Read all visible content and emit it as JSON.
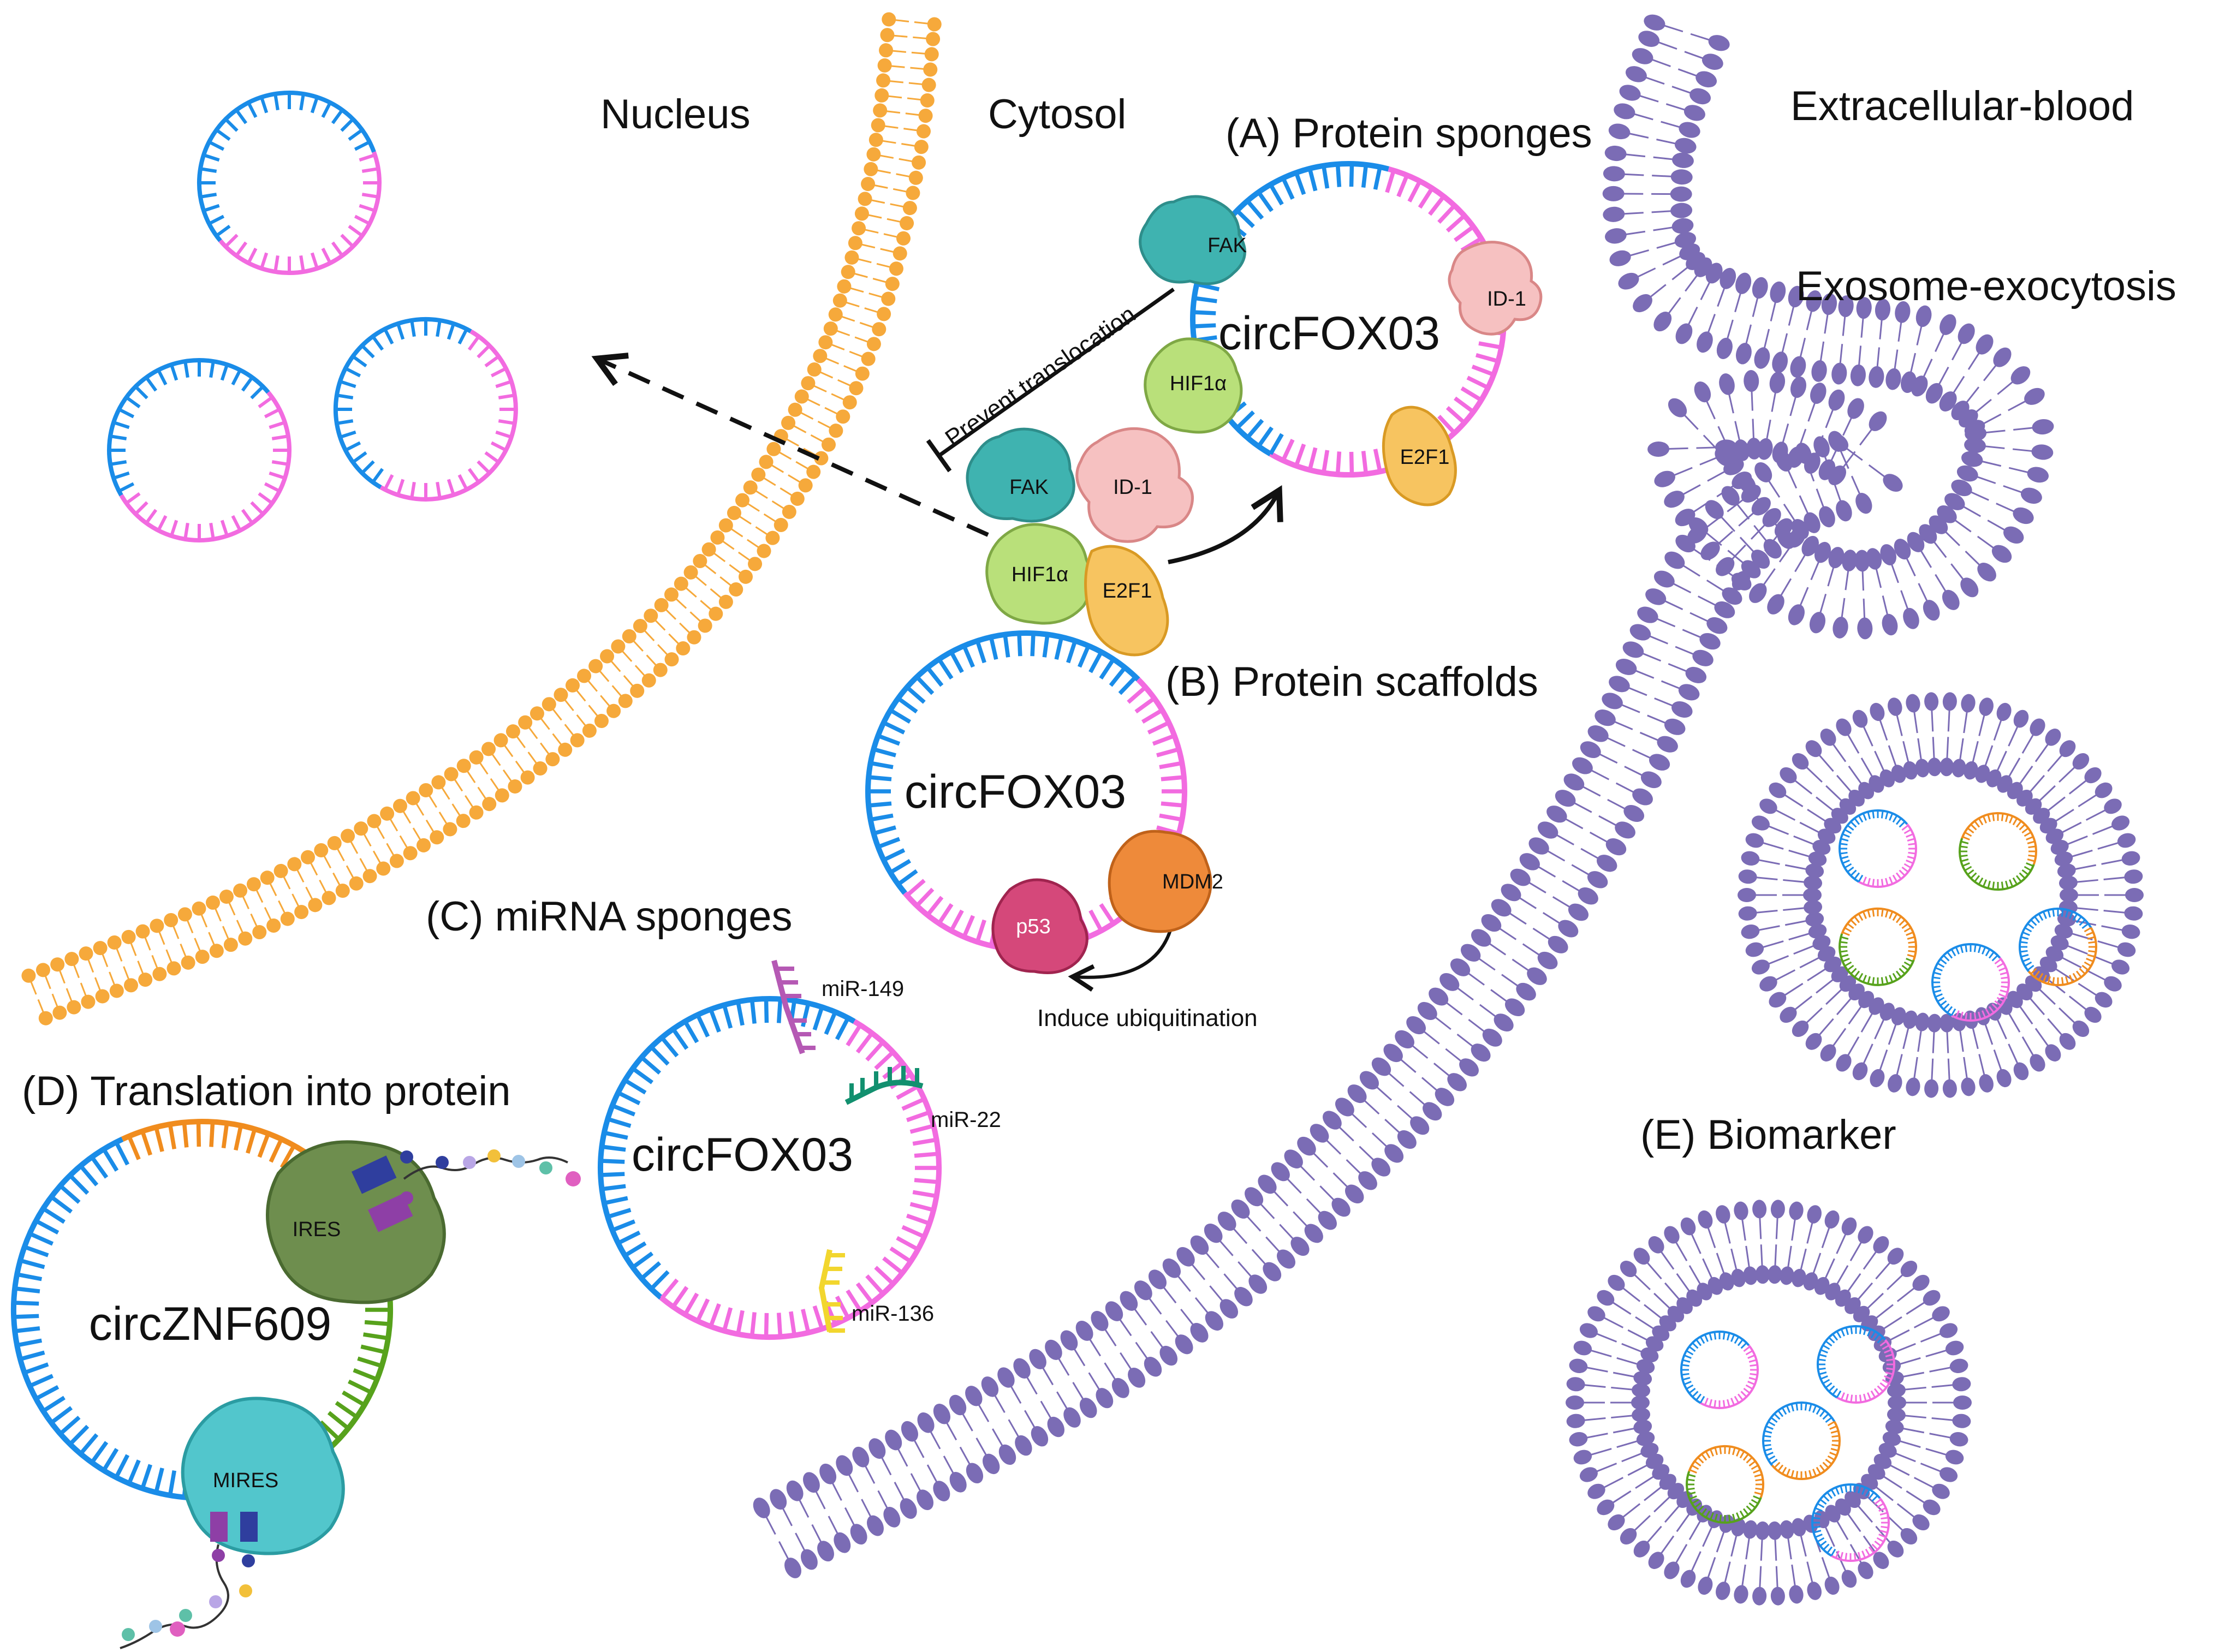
{
  "regions": {
    "nucleus": "Nucleus",
    "cytosol": "Cytosol",
    "extracellular": "Extracellular-blood",
    "exosome": "Exosome-exocytosis"
  },
  "sections": {
    "a": "(A) Protein sponges",
    "b": "(B) Protein scaffolds",
    "c": "(C) miRNA sponges",
    "d": "(D) Translation into protein",
    "e": "(E) Biomarker"
  },
  "circ": {
    "foxo_a": "circFOX03",
    "foxo_b": "circFOX03",
    "foxo_c": "circFOX03",
    "znf": "circZNF609"
  },
  "proteins": {
    "fak_bound": "FAK",
    "id1_bound": "ID-1",
    "hif_bound": "HIF1α",
    "e2f1_bound": "E2F1",
    "fak_free": "FAK",
    "id1_free": "ID-1",
    "hif_free": "HIF1α",
    "e2f1_free": "E2F1",
    "mdm2": "MDM2",
    "p53": "p53",
    "ires": "IRES",
    "mires": "MIRES"
  },
  "mirnas": {
    "m149": "miR-149",
    "m22": "miR-22",
    "m136": "miR-136"
  },
  "notes": {
    "prevent": "Prevent translocation",
    "ubiq": "Induce ubiquitination"
  },
  "colors": {
    "membrane_nuclear": "#F6A93B",
    "membrane_cell": "#7B6CB5",
    "strand_blue": "#1A8CE8",
    "strand_pink": "#F26BE0",
    "strand_orange": "#F08C1E",
    "strand_green": "#57A21C"
  }
}
